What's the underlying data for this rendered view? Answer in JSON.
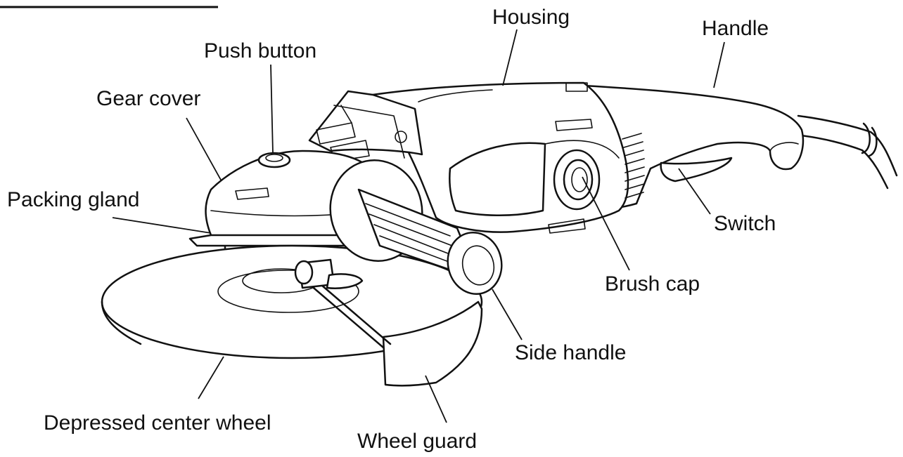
{
  "labels": {
    "housing": "Housing",
    "handle": "Handle",
    "push_button": "Push button",
    "gear_cover": "Gear cover",
    "packing_gland": "Packing gland",
    "switch": "Switch",
    "brush_cap": "Brush cap",
    "side_handle": "Side handle",
    "depressed_center_wheel": "Depressed center wheel",
    "wheel_guard": "Wheel guard"
  }
}
